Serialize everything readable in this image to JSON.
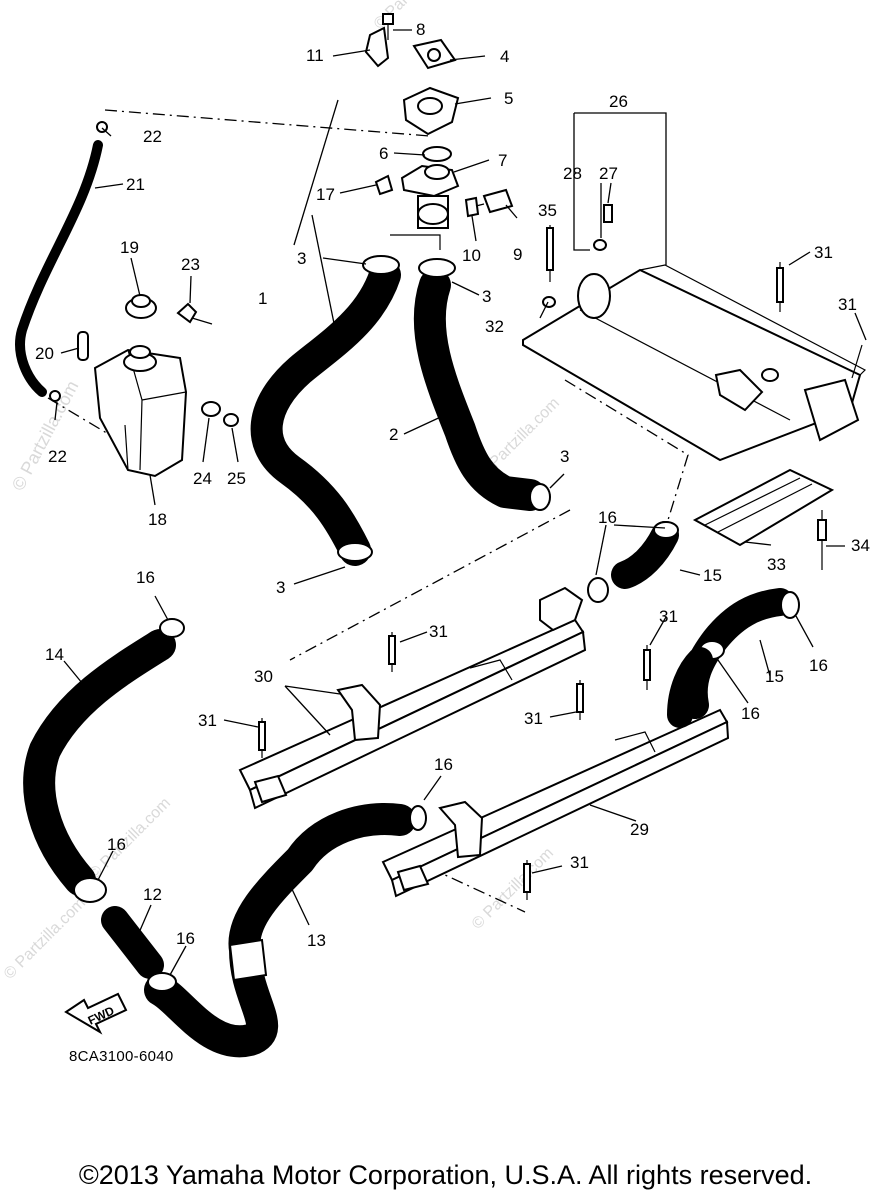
{
  "diagram": {
    "callouts": [
      "1",
      "2",
      "3",
      "4",
      "5",
      "6",
      "7",
      "8",
      "9",
      "10",
      "11",
      "12",
      "13",
      "14",
      "15",
      "16",
      "17",
      "18",
      "19",
      "20",
      "21",
      "22",
      "23",
      "24",
      "25",
      "26",
      "27",
      "28",
      "29",
      "30",
      "31",
      "32",
      "33",
      "34",
      "35"
    ],
    "watermark": "© Partzilla.com",
    "fwd_label": "FWD",
    "figure_code": "8CA3100-6040",
    "copyright": "©2013  Yamaha Motor Corporation, U.S.A. All rights reserved."
  }
}
